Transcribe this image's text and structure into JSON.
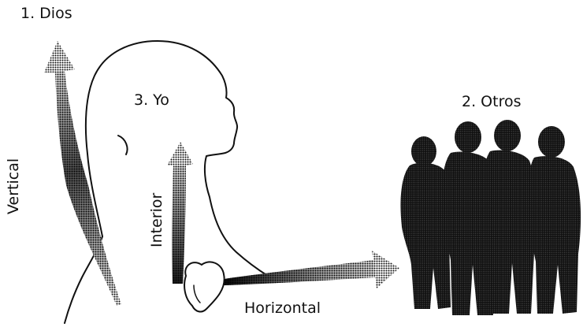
{
  "labels": {
    "dios": "1. Dios",
    "otros": "2. Otros",
    "yo": "3. Yo",
    "vertical": "Vertical",
    "interior": "Interior",
    "horizontal": "Horizontal"
  },
  "colors": {
    "ink": "#111111",
    "silhouette": "#0c0c0c",
    "arrow_dark": "#141414"
  },
  "icons": {
    "head": "head-profile-outline-icon",
    "heart": "heart-outline-icon",
    "group": "group-of-people-silhouette-icon"
  }
}
